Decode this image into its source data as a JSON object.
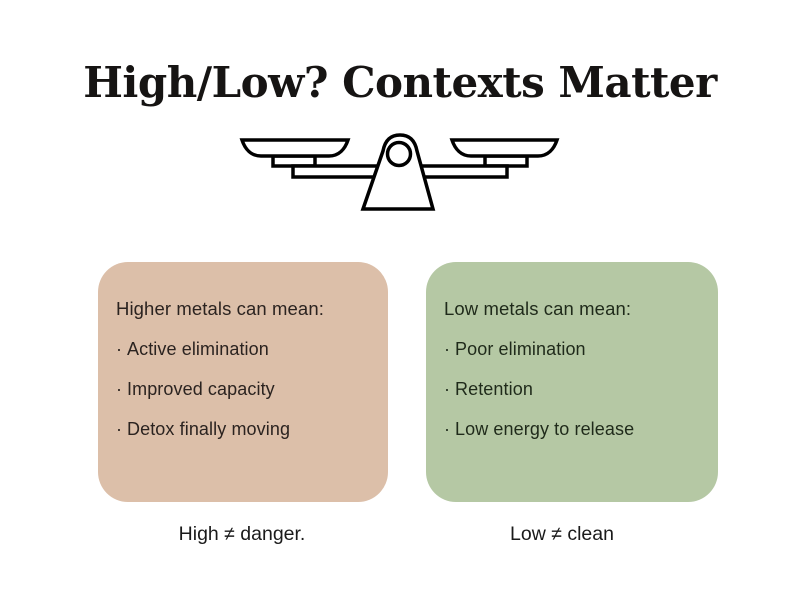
{
  "title": "High/Low? Contexts Matter",
  "icon": {
    "name": "balance-scale"
  },
  "bullet_char": "·",
  "cards": [
    {
      "heading": "Higher metals can mean:",
      "items": [
        "Active elimination",
        "Improved capacity",
        "Detox finally moving"
      ],
      "caption": "High ≠ danger.",
      "bg": "#dcbfa9",
      "text_color": "#2b2320"
    },
    {
      "heading": "Low metals can mean:",
      "items": [
        "Poor elimination",
        "Retention",
        "Low energy to release"
      ],
      "caption": "Low ≠ clean",
      "bg": "#b5c8a4",
      "text_color": "#1f2a1a"
    }
  ],
  "colors": {
    "background": "#ffffff",
    "title": "#161413",
    "caption": "#1a1a1a",
    "icon_stroke": "#000000"
  }
}
